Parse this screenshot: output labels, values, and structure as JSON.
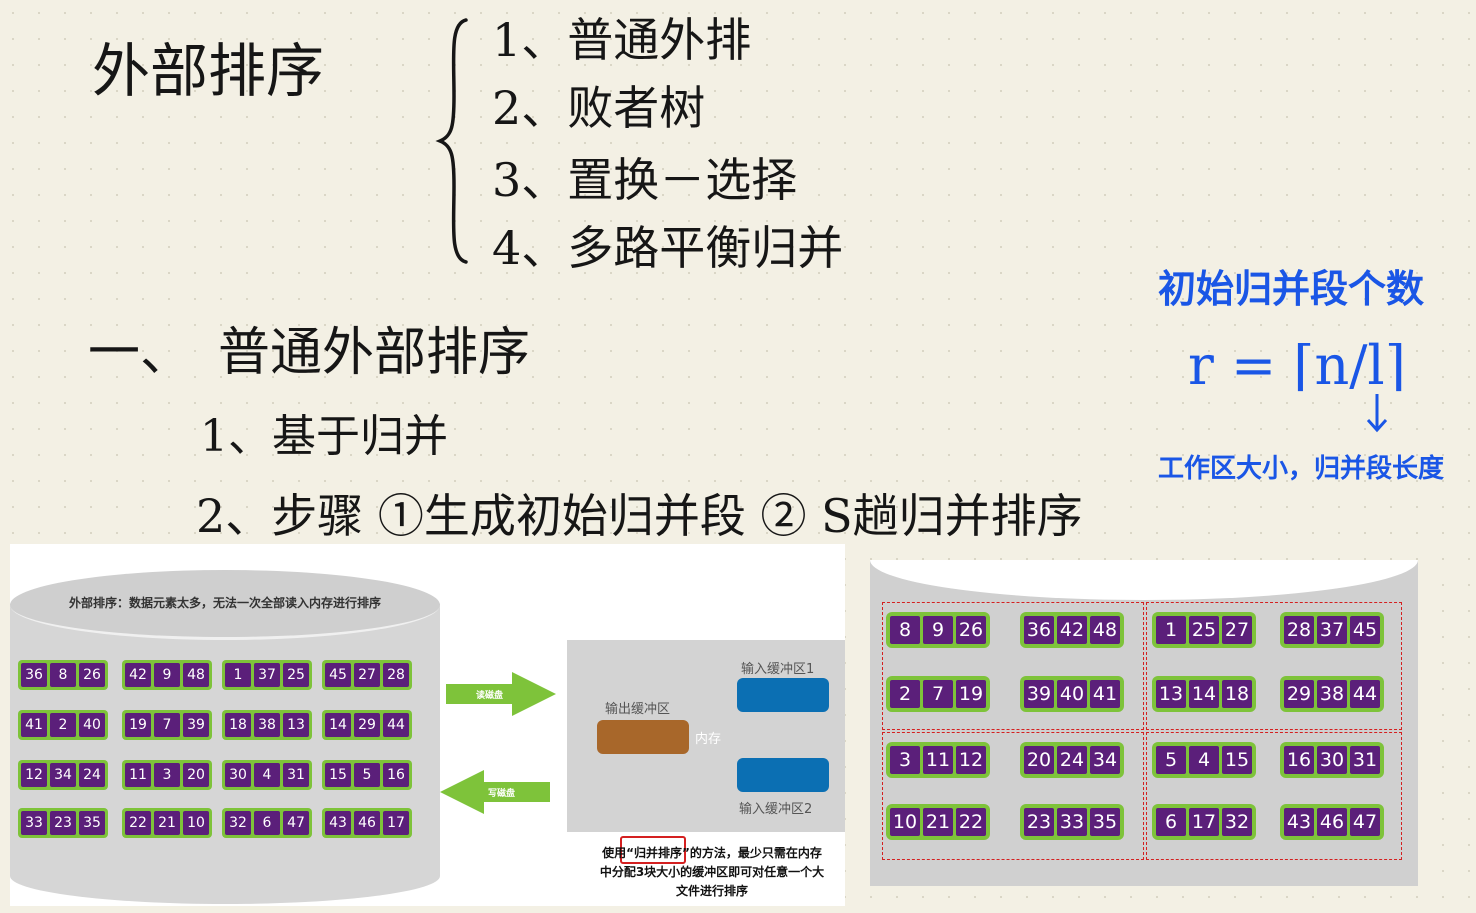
{
  "title": "外部排序",
  "topics": [
    "1、普通外排",
    "2、败者树",
    "3、置换－选择",
    "4、多路平衡归并"
  ],
  "section_heading": "一、　普通外部排序",
  "point1": "1、基于归并",
  "point2": "2、步骤 ①生成初始归并段 ② S趟归并排序",
  "note_title": "初始归并段个数",
  "note_formula": "r = ⌈n/l⌉",
  "note_sub": "工作区大小，归并段长度",
  "left_figure": {
    "disk_caption": "外部排序：数据元素太多，无法一次全部读入内存进行排序",
    "runs": [
      [
        "36",
        "8",
        "26"
      ],
      [
        "42",
        "9",
        "48"
      ],
      [
        "1",
        "37",
        "25"
      ],
      [
        "45",
        "27",
        "28"
      ],
      [
        "41",
        "2",
        "40"
      ],
      [
        "19",
        "7",
        "39"
      ],
      [
        "18",
        "38",
        "13"
      ],
      [
        "14",
        "29",
        "44"
      ],
      [
        "12",
        "34",
        "24"
      ],
      [
        "11",
        "3",
        "20"
      ],
      [
        "30",
        "4",
        "31"
      ],
      [
        "15",
        "5",
        "16"
      ],
      [
        "33",
        "23",
        "35"
      ],
      [
        "22",
        "21",
        "10"
      ],
      [
        "32",
        "6",
        "47"
      ],
      [
        "43",
        "46",
        "17"
      ]
    ],
    "read_label": "读磁盘",
    "write_label": "写磁盘",
    "input_buffer1": "输入缓冲区1",
    "output_buffer": "输出缓冲区",
    "memory_label": "内存",
    "input_buffer2": "输入缓冲区2",
    "note_line1": "使用“归并排序”的方法，最少只需在内存",
    "note_line2": "中分配3块大小的缓冲区即可对任意一个大",
    "note_line3": "文件进行排序"
  },
  "right_figure": {
    "runs": [
      [
        "8",
        "9",
        "26"
      ],
      [
        "36",
        "42",
        "48"
      ],
      [
        "1",
        "25",
        "27"
      ],
      [
        "28",
        "37",
        "45"
      ],
      [
        "2",
        "7",
        "19"
      ],
      [
        "39",
        "40",
        "41"
      ],
      [
        "13",
        "14",
        "18"
      ],
      [
        "29",
        "38",
        "44"
      ],
      [
        "3",
        "11",
        "12"
      ],
      [
        "20",
        "24",
        "34"
      ],
      [
        "5",
        "4",
        "15"
      ],
      [
        "16",
        "30",
        "31"
      ],
      [
        "10",
        "21",
        "22"
      ],
      [
        "23",
        "33",
        "35"
      ],
      [
        "6",
        "17",
        "32"
      ],
      [
        "43",
        "46",
        "47"
      ]
    ]
  },
  "colors": {
    "run_bg": "#7ec33a",
    "cell_bg": "#5b1f7a",
    "buffer_blue": "#0b6fb3",
    "buffer_brown": "#a8672a",
    "annotation_blue": "#1a56e6",
    "arrow_green": "#7ec33a"
  }
}
